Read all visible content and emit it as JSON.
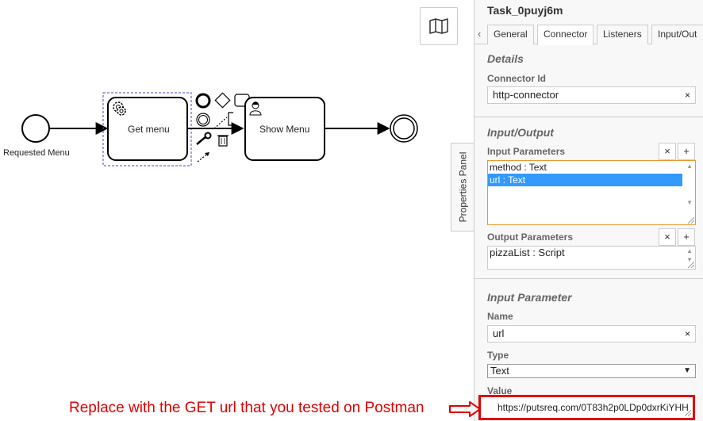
{
  "canvas": {
    "start_event_label": "Requested Menu",
    "service_task_label": "Get menu",
    "user_task_label": "Show Menu",
    "map_icon": "map-icon"
  },
  "panel_toggle": {
    "label": "Properties Panel"
  },
  "panel": {
    "title": "Task_0puyj6m",
    "tabs": [
      {
        "label": "General",
        "active": false
      },
      {
        "label": "Connector",
        "active": true
      },
      {
        "label": "Listeners",
        "active": false
      },
      {
        "label": "Input/Out",
        "active": false
      }
    ],
    "details": {
      "heading": "Details",
      "connector_id_label": "Connector Id",
      "connector_id_value": "http-connector"
    },
    "input_output": {
      "heading": "Input/Output",
      "input_params_label": "Input Parameters",
      "input_params": [
        "method : Text",
        "url : Text"
      ],
      "selected_index": 1,
      "output_params_label": "Output Parameters",
      "output_params": [
        "pizzaList : Script"
      ]
    },
    "input_parameter": {
      "heading": "Input Parameter",
      "name_label": "Name",
      "name_value": "url",
      "type_label": "Type",
      "type_value": "Text",
      "value_label": "Value",
      "value_value": "https://putsreq.com/0T83h2p0LDp0dxrKiYHH"
    },
    "clear_glyph": "×",
    "add_glyph": "+"
  },
  "annotation": {
    "text": "Replace with the GET url that you tested on Postman",
    "color": "#e00000"
  },
  "colors": {
    "selection": "#3399ff",
    "focus_border": "#e69a2e",
    "highlight": "#e00000"
  }
}
